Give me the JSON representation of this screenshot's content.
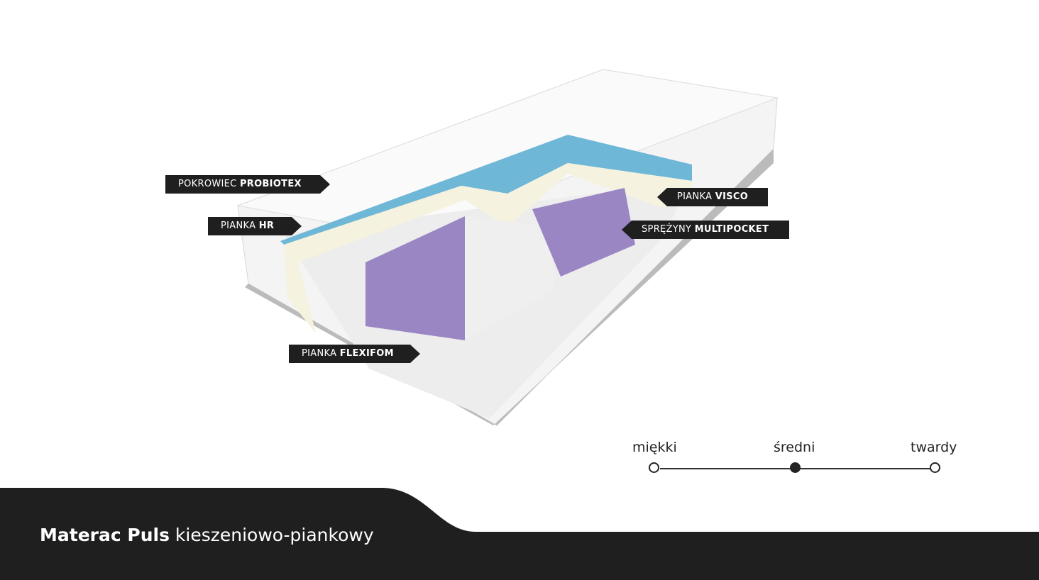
{
  "labels": [
    {
      "prefix": "POKROWIEC ",
      "bold": "PROBIOTEX"
    },
    {
      "prefix": "PIANKA ",
      "bold": "HR"
    },
    {
      "prefix": "PIANKA ",
      "bold": "VISCO"
    },
    {
      "prefix": "SPRĘŻYNY ",
      "bold": "MULTIPOCKET"
    },
    {
      "prefix": "PIANKA ",
      "bold": "FLEXIFOM"
    }
  ],
  "firmness": {
    "options": [
      "miękki",
      "średni",
      "twardy"
    ],
    "selected": "średni"
  },
  "product": {
    "name": "Materac Puls",
    "type": " kieszeniowo-piankowy"
  },
  "colors": {
    "band": "#1f1f1f",
    "visco": "#6fb7d6",
    "hr": "#f5f2df",
    "springs": "#9b86c4"
  }
}
